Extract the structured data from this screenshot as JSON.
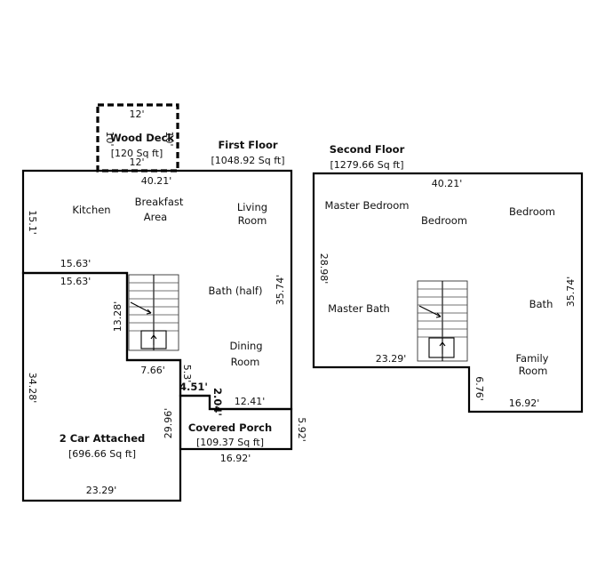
{
  "first_floor": {
    "title": "First Floor",
    "area": "[1048.92 Sq ft]",
    "rooms": {
      "kitchen": "Kitchen",
      "breakfast_1": "Breakfast",
      "breakfast_2": "Area",
      "living_1": "Living",
      "living_2": "Room",
      "bath_half": "Bath (half)",
      "dining_1": "Dining",
      "dining_2": "Room"
    },
    "dims": {
      "top_width": "40.21'",
      "kitchen_depth": "15.1'",
      "kitchen_width_upper": "15.63'",
      "kitchen_width_lower": "15.63'",
      "stair_depth": "13.28'",
      "right_depth": "35.74'",
      "notch_width": "7.66'",
      "notch_depth": "5.3'",
      "small_width": "4.51'",
      "small_depth": "2.04'",
      "porch_top": "12.41'"
    }
  },
  "second_floor": {
    "title": "Second Floor",
    "area": "[1279.66 Sq ft]",
    "rooms": {
      "master_bedroom": "Master Bedroom",
      "bedroom_center": "Bedroom",
      "bedroom_right": "Bedroom",
      "master_bath": "Master Bath",
      "bath": "Bath",
      "family_1": "Family",
      "family_2": "Room"
    },
    "dims": {
      "top_width": "40.21'",
      "left_depth": "28.98'",
      "right_depth": "35.74'",
      "bottom_left": "23.29'",
      "notch_depth": "6.76'",
      "bottom_right": "16.92'"
    }
  },
  "wood_deck": {
    "title": "Wood Deck",
    "area": "[120 Sq ft]",
    "dims": {
      "top": "12'",
      "bottom": "12'",
      "left": "10'",
      "right": "10'"
    }
  },
  "garage": {
    "title": "2 Car Attached",
    "area": "[696.66 Sq ft]",
    "dims": {
      "left": "34.28'",
      "bottom": "23.29'",
      "right": "29.96'"
    }
  },
  "covered_porch": {
    "title": "Covered Porch",
    "area": "[109.37 Sq ft]",
    "dims": {
      "bottom": "16.92'",
      "right": "5.92'"
    }
  }
}
